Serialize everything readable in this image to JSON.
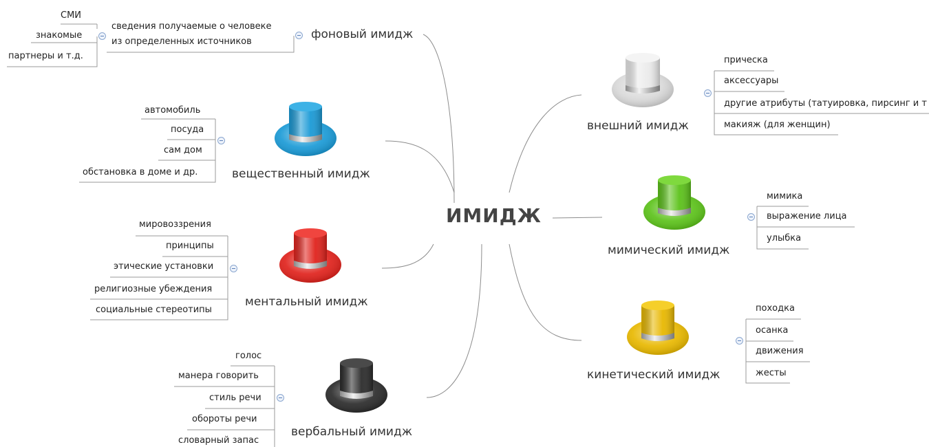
{
  "center": {
    "label": "ИМИДЖ"
  },
  "branches": {
    "fonovy": {
      "label": "фоновый имидж",
      "sub_label_line1": "сведения получаемые о человеке",
      "sub_label_line2": "из определенных источников",
      "items": [
        "СМИ",
        "знакомые",
        "партнеры и т.д."
      ]
    },
    "veshchestvenny": {
      "label": "вещественный имидж",
      "hat_color": "#1a9ad6",
      "items": [
        "автомобиль",
        "посуда",
        "сам дом",
        "обстановка в доме и др."
      ]
    },
    "mentalny": {
      "label": "ментальный имидж",
      "hat_color": "#e0221c",
      "items": [
        "мировоззрения",
        "принципы",
        "этические установки",
        "религиозные убеждения",
        "социальные стереотипы"
      ]
    },
    "verbalny": {
      "label": "вербальный имидж",
      "hat_color": "#2b2b2b",
      "items": [
        "голос",
        "манера говорить",
        "стиль речи",
        "обороты речи",
        "словарный запас"
      ]
    },
    "vneshny": {
      "label": "внешний имидж",
      "hat_color": "#e6e6e6",
      "items": [
        "прическа",
        "аксессуары",
        "другие атрибуты (татуировка, пирсинг и т",
        "макияж (для женщин)"
      ]
    },
    "mimichesky": {
      "label": "мимический имидж",
      "hat_color": "#5cc21a",
      "items": [
        "мимика",
        "выражение лица",
        "улыбка"
      ]
    },
    "kinetichesky": {
      "label": "кинетический имидж",
      "hat_color": "#e8b800",
      "items": [
        "походка",
        "осанка",
        "движения",
        "жесты"
      ]
    }
  }
}
